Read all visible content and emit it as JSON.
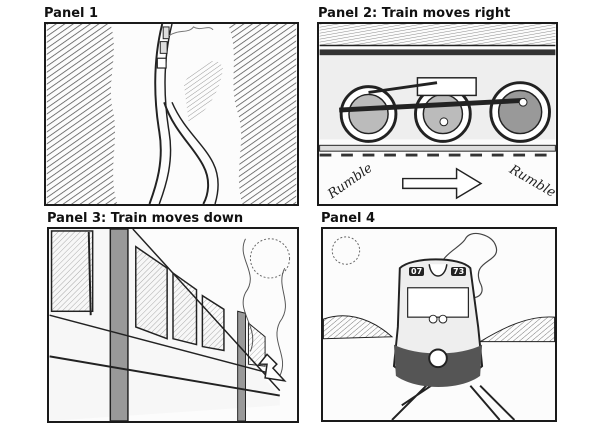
{
  "storyboard": {
    "panels": [
      {
        "label": "Panel 1",
        "scene": "Aerial view of a train on a curving track through a wooded valley"
      },
      {
        "label": "Panel 2: Train moves right",
        "scene": "Close-up of steam locomotive wheels and drive rods on rails",
        "sound_effects": [
          "Rumble",
          "Rumble"
        ],
        "direction_arrow": "right"
      },
      {
        "label": "Panel 3: Train moves down",
        "scene": "Low-angle perspective of passenger cars receding with smoke and sun",
        "direction_arrow": "down"
      },
      {
        "label": "Panel 4",
        "scene": "Front view of diesel locomotive approaching on tracks with hills and sun",
        "locomotive_number": [
          "07",
          "73"
        ]
      }
    ]
  },
  "colors": {
    "ink": "#1a1a1a",
    "paper": "#fcfcfc",
    "shade": "#888888"
  }
}
